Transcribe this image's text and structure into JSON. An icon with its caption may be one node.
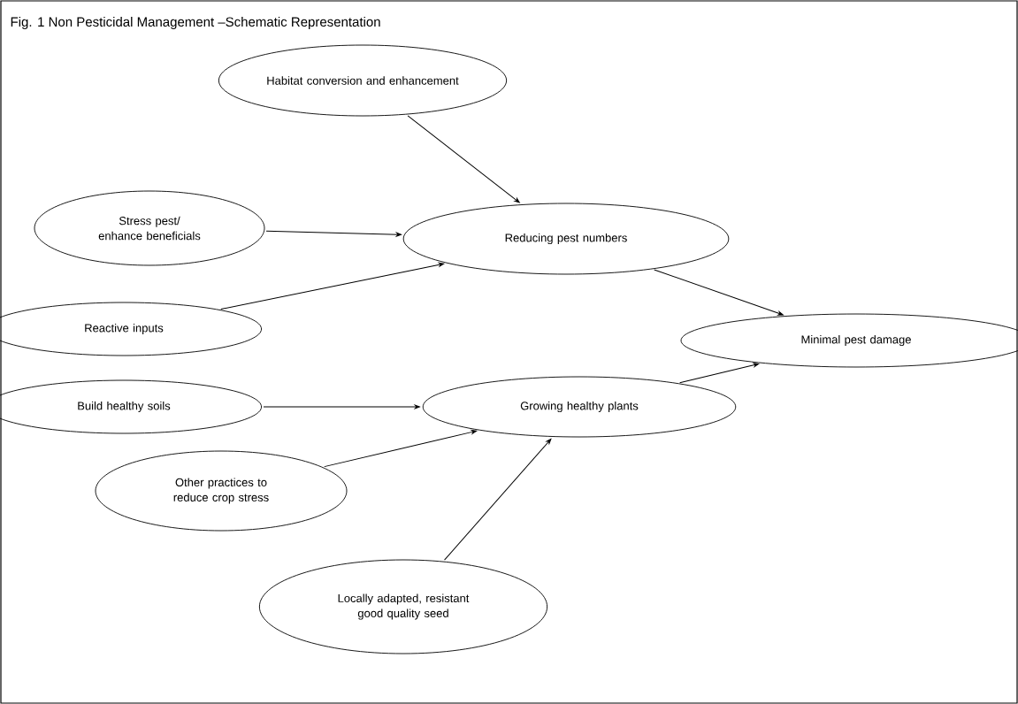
{
  "diagram": {
    "title": "Fig. 1 Non Pesticidal Management –Schematic Representation",
    "nodes": [
      {
        "text": [
          "Habitat conversion and enhancement"
        ]
      },
      {
        "text": [
          "Stress pest/ enhance beneficials"
        ]
      },
      {
        "text": [
          "Reducing pest numbers"
        ]
      },
      {
        "text": [
          "Reactive inputs"
        ]
      },
      {
        "text": [
          "Minimal pest damage"
        ]
      },
      {
        "text": [
          "Build healthy soils"
        ]
      },
      {
        "text": [
          "Growing healthy plants"
        ]
      },
      {
        "text": [
          "Other practices to reduce crop stress"
        ]
      },
      {
        "text": [
          "Locally adapted, resistant good quality seed"
        ]
      }
    ],
    "edges": [
      {
        "from": 0,
        "to": 2,
        "arrow": "to"
      },
      {
        "from": 1,
        "to": 2,
        "arrow": "to"
      },
      {
        "from": 3,
        "to": 2,
        "arrow": "to"
      },
      {
        "from": 2,
        "to": 4,
        "arrow": "to"
      },
      {
        "from": 6,
        "to": 4,
        "arrow": "to"
      },
      {
        "from": 5,
        "to": 6,
        "arrow": "to"
      },
      {
        "from": 7,
        "to": 6,
        "arrow": "to"
      },
      {
        "from": 8,
        "to": 6,
        "arrow": "to"
      }
    ]
  }
}
